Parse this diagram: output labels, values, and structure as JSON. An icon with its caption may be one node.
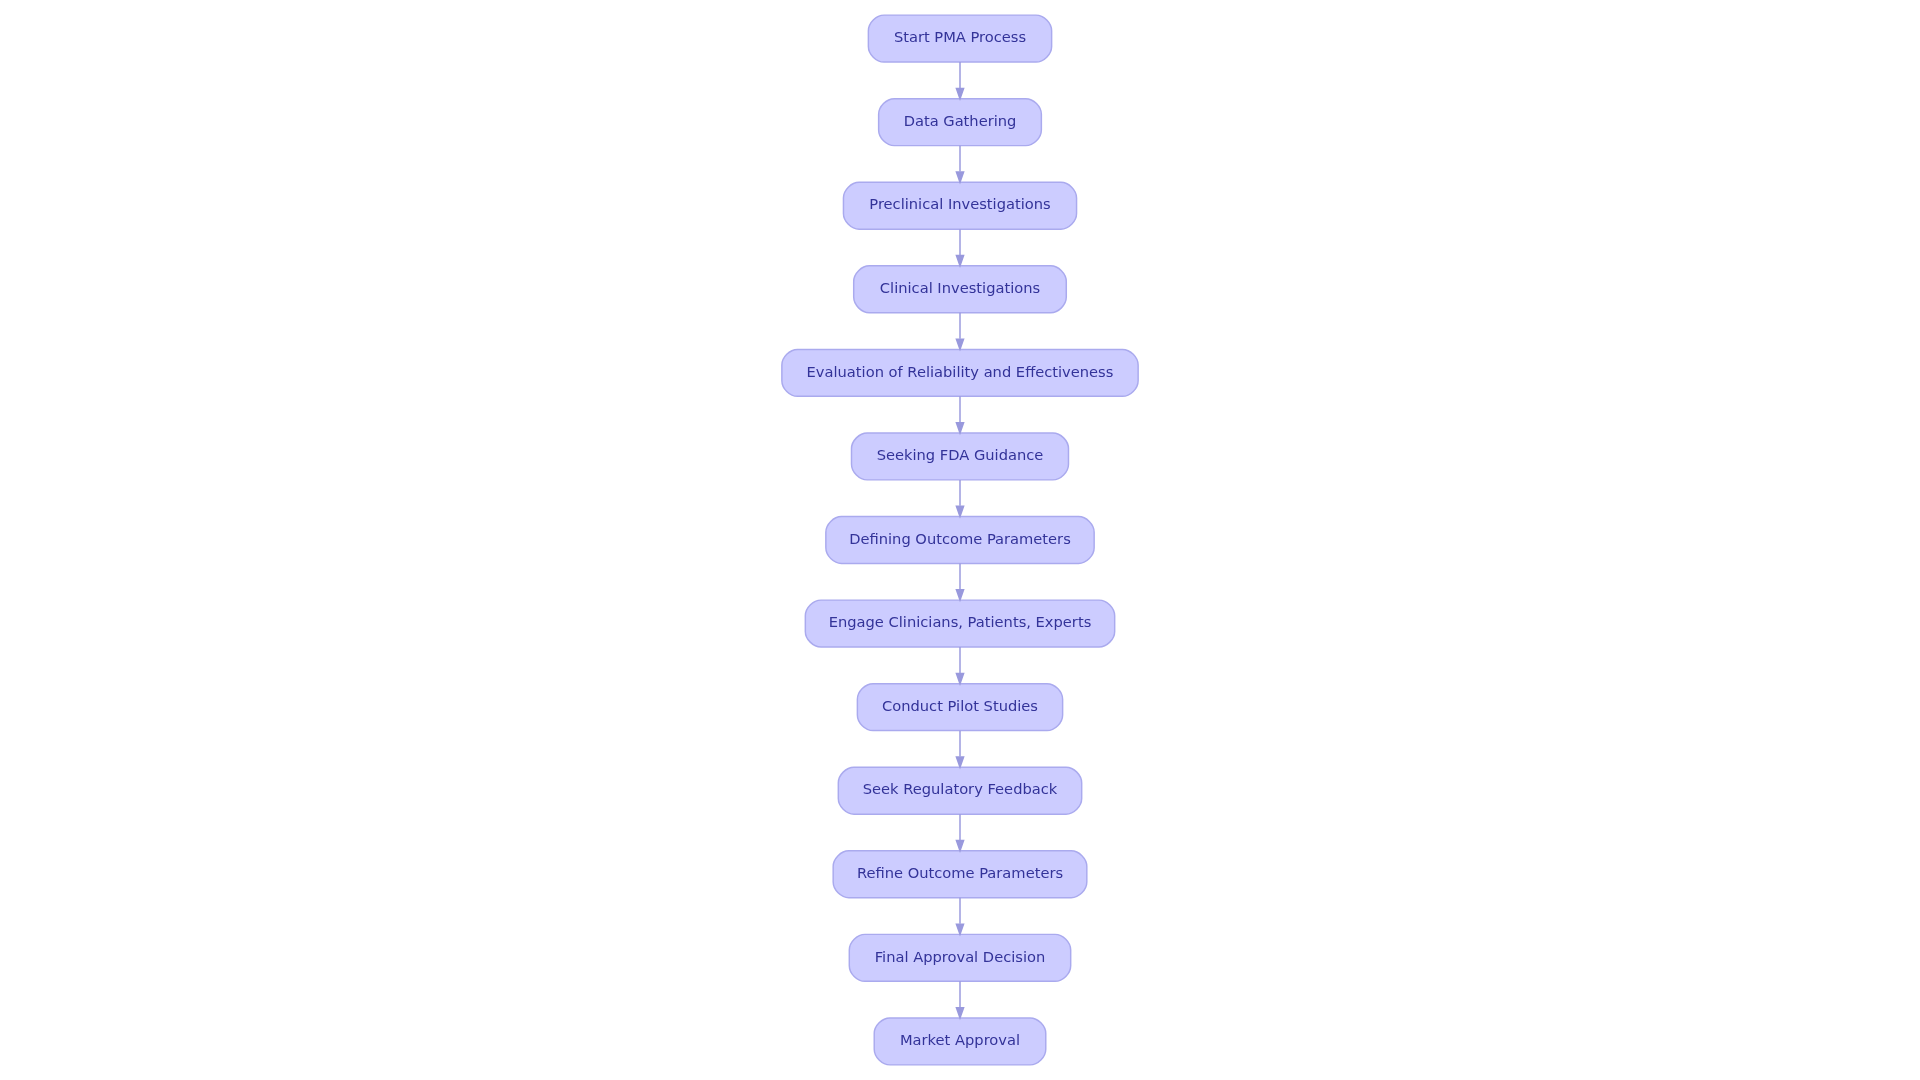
{
  "diagram": {
    "nodes": [
      {
        "text": [
          "Start PMA Process"
        ]
      },
      {
        "text": [
          "Data Gathering"
        ]
      },
      {
        "text": [
          "Preclinical Investigations"
        ]
      },
      {
        "text": [
          "Clinical Investigations"
        ]
      },
      {
        "text": [
          "Evaluation of Reliability and Effectiveness"
        ]
      },
      {
        "text": [
          "Seeking FDA Guidance"
        ]
      },
      {
        "text": [
          "Defining Outcome Parameters"
        ]
      },
      {
        "text": [
          "Engage Clinicians, Patients, Experts"
        ]
      },
      {
        "text": [
          "Conduct Pilot Studies"
        ]
      },
      {
        "text": [
          "Seek Regulatory Feedback"
        ]
      },
      {
        "text": [
          "Refine Outcome Parameters"
        ]
      },
      {
        "text": [
          "Final Approval Decision"
        ]
      },
      {
        "text": [
          "Market Approval"
        ]
      }
    ],
    "edges": [
      {
        "from": 0,
        "to": 1,
        "arrow": "to"
      },
      {
        "from": 1,
        "to": 2,
        "arrow": "to"
      },
      {
        "from": 2,
        "to": 3,
        "arrow": "to"
      },
      {
        "from": 3,
        "to": 4,
        "arrow": "to"
      },
      {
        "from": 4,
        "to": 5,
        "arrow": "to"
      },
      {
        "from": 5,
        "to": 6,
        "arrow": "to"
      },
      {
        "from": 6,
        "to": 7,
        "arrow": "to"
      },
      {
        "from": 7,
        "to": 8,
        "arrow": "to"
      },
      {
        "from": 8,
        "to": 9,
        "arrow": "to"
      },
      {
        "from": 9,
        "to": 10,
        "arrow": "to"
      },
      {
        "from": 10,
        "to": 11,
        "arrow": "to"
      },
      {
        "from": 11,
        "to": 12,
        "arrow": "to"
      }
    ]
  }
}
